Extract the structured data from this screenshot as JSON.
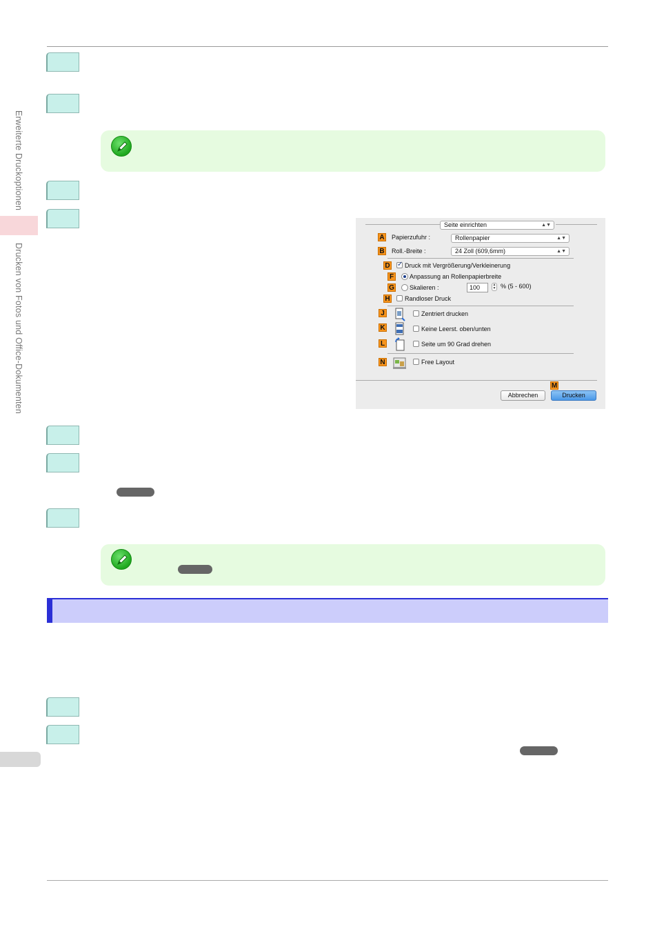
{
  "sidebar": {
    "chapter": "Erweiterte Druckoptionen",
    "section": "Drucken von Fotos und Office-Dokumenten"
  },
  "dialog": {
    "panel_popup": "Seite einrichten",
    "labels": {
      "A": "A",
      "B": "B",
      "D": "D",
      "F": "F",
      "G": "G",
      "H": "H",
      "J": "J",
      "K": "K",
      "L": "L",
      "N": "N",
      "M": "M"
    },
    "paper_source_label": "Papierzufuhr :",
    "paper_source_value": "Rollenpapier",
    "roll_width_label": "Roll.-Breite :",
    "roll_width_value": "24 Zoll (609,6mm)",
    "enlarge_reduce": "Druck mit Vergrößerung/Verkleinerung",
    "fit_roll_width": "Anpassung an Rollenpapierbreite",
    "scaling_label": "Skalieren :",
    "scaling_value": "100",
    "scaling_range": "% (5 - 600)",
    "borderless": "Randloser Druck",
    "centered": "Zentriert drucken",
    "no_blank": "Keine Leerst. oben/unten",
    "rotate_90": "Seite um 90 Grad drehen",
    "free_layout": "Free Layout",
    "cancel_button": "Abbrechen",
    "print_button": "Drucken"
  },
  "colors": {
    "step_fill": "#c8f0ea",
    "note_fill": "#e6fbe0",
    "section_bar": "#cccdfb",
    "section_accent": "#2b2fd6",
    "badge": "#f7941d"
  }
}
